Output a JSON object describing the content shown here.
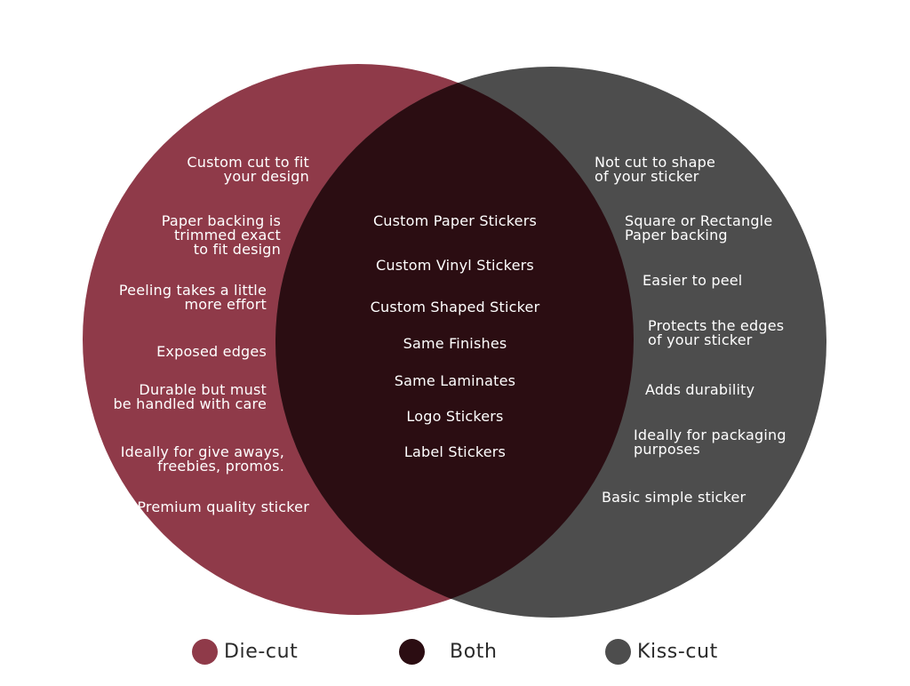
{
  "colors": {
    "die_cut": "#8f3a49",
    "kiss_cut": "#4d4d4d",
    "both": "#2b0d12",
    "text": "#ffffff"
  },
  "die_cut_items": [
    "Custom cut to fit\nyour design",
    "Paper backing is\ntrimmed exact\nto fit design",
    "Peeling takes a little\nmore effort",
    "Exposed edges",
    "Durable but must\nbe handled with care",
    "Ideally for give aways,\nfreebies, promos.",
    "Premium quality sticker"
  ],
  "both_items": [
    "Custom Paper Stickers",
    "Custom Vinyl Stickers",
    "Custom Shaped Sticker",
    "Same Finishes",
    "Same Laminates",
    "Logo Stickers",
    "Label Stickers"
  ],
  "kiss_cut_items": [
    "Not cut to shape\nof your sticker",
    "Square or Rectangle\nPaper backing",
    "Easier to peel",
    "Protects the edges\nof your sticker",
    "Adds durability",
    "Ideally for packaging\npurposes",
    "Basic simple sticker"
  ],
  "legend": {
    "die_cut": "Die-cut",
    "both": "Both",
    "kiss_cut": "Kiss-cut"
  }
}
